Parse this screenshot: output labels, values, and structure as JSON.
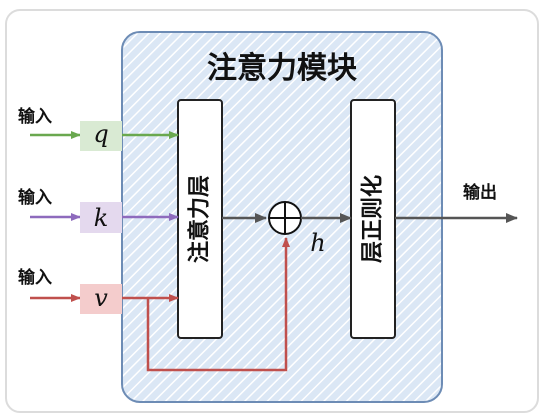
{
  "module": {
    "title": "注意力模块"
  },
  "attention_layer": {
    "label": "注意力层"
  },
  "layer_norm": {
    "label": "层正则化"
  },
  "inputs": [
    {
      "side_label": "输入",
      "var": "q",
      "color": "#6aa84f",
      "fill": "#d9ead3"
    },
    {
      "side_label": "输入",
      "var": "k",
      "color": "#8e6bbd",
      "fill": "#e4d9ee"
    },
    {
      "side_label": "输入",
      "var": "v",
      "color": "#c0504d",
      "fill": "#f4cccc"
    }
  ],
  "add_node": {
    "symbol": "⊕",
    "output_var": "h"
  },
  "output": {
    "label": "输出"
  },
  "colors": {
    "module_fill": "#dbe7f5",
    "module_border": "#6d8cb5",
    "hatch": "#ffffff",
    "arrow_dark": "#555555"
  }
}
